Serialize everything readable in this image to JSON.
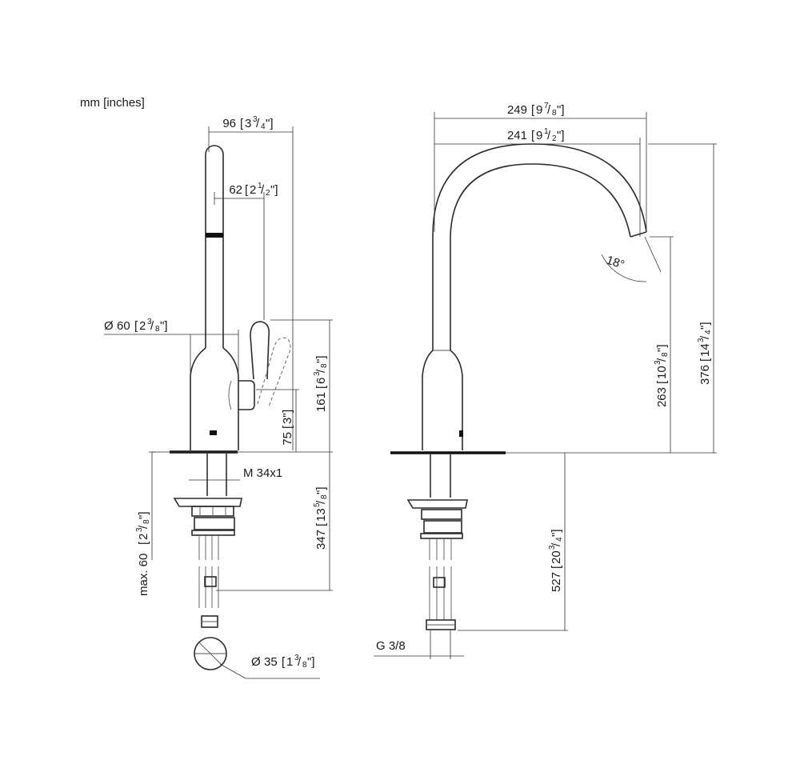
{
  "units_note": "mm [inches]",
  "side_view": {
    "width_overall": {
      "mm": "96",
      "in_whole": "3",
      "in_num": "3",
      "in_den": "4"
    },
    "handle_offset": {
      "mm": "62",
      "in_whole": "2",
      "in_num": "1",
      "in_den": "2"
    },
    "base_diameter": {
      "mm": "60",
      "in_whole": "2",
      "in_num": "3",
      "in_den": "8"
    },
    "lever_height": {
      "mm": "161",
      "in_whole": "6",
      "in_num": "3",
      "in_den": "8"
    },
    "lever_axis": {
      "mm": "75",
      "in_text": "3\""
    },
    "thread_label": "M 34x1",
    "max_counter": {
      "prefix": "max. 60",
      "in_whole": "2",
      "in_num": "3",
      "in_den": "8"
    },
    "shank_length": {
      "mm": "347",
      "in_whole": "13",
      "in_num": "5",
      "in_den": "8"
    },
    "shank_diameter": {
      "mm": "35",
      "in_whole": "1",
      "in_num": "3",
      "in_den": "8"
    }
  },
  "front_view": {
    "reach_outer": {
      "mm": "249",
      "in_whole": "9",
      "in_num": "7",
      "in_den": "8"
    },
    "reach_inner": {
      "mm": "241",
      "in_whole": "9",
      "in_num": "1",
      "in_den": "2"
    },
    "spout_angle": "18°",
    "spout_height": {
      "mm": "263",
      "in_whole": "10",
      "in_num": "3",
      "in_den": "8"
    },
    "total_height": {
      "mm": "376",
      "in_whole": "14",
      "in_num": "3",
      "in_den": "4"
    },
    "total_length": {
      "mm": "527",
      "in_whole": "20",
      "in_num": "3",
      "in_den": "4"
    },
    "connection": "G 3/8"
  }
}
